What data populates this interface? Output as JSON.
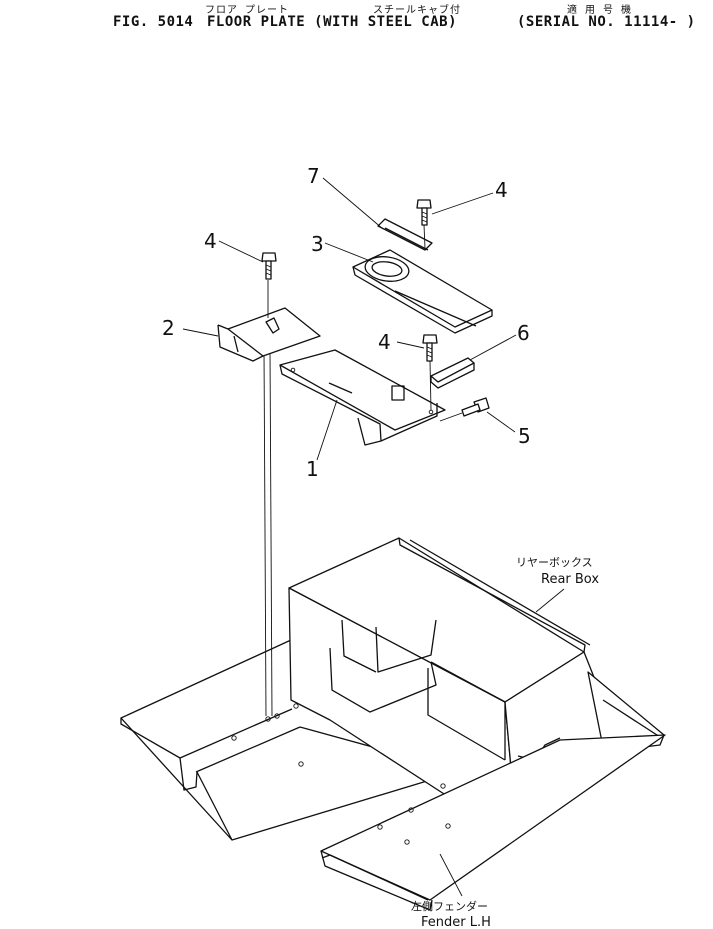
{
  "header": {
    "jp_floor_plate": "フロア プレート",
    "jp_with_steel_cab": "スチールキャブ付",
    "jp_serial": "適 用 号 機",
    "fig": "FIG. 5014",
    "title": "FLOOR PLATE (WITH STEEL CAB)",
    "serial": "(SERIAL NO. 11114- )"
  },
  "callouts": {
    "c1": "1",
    "c2": "2",
    "c3": "3",
    "c4a": "4",
    "c4b": "4",
    "c4c": "4",
    "c5": "5",
    "c6": "6",
    "c7": "7"
  },
  "labels": {
    "rear_box_jp": "リヤーボックス",
    "rear_box": "Rear Box",
    "fender_jp": "左側フェンダー",
    "fender": "Fender L.H"
  }
}
